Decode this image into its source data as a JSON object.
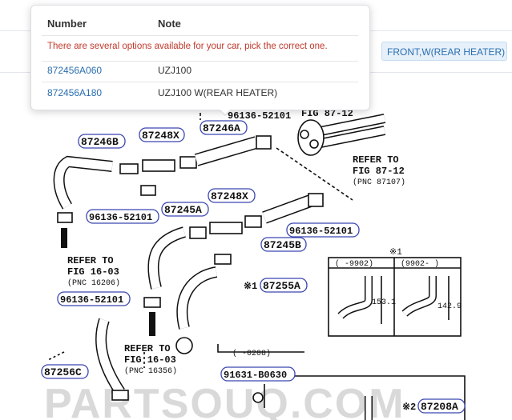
{
  "filter_chip": "FRONT,W(REAR HEATER) ILLUSTRATION",
  "popover": {
    "col_number": "Number",
    "col_note": "Note",
    "warning": "There are several options available for your car, pick the correct one.",
    "rows": [
      {
        "number": "872456A060",
        "note": "UZJ100"
      },
      {
        "number": "872456A180",
        "note": "UZJ100 W(REAR HEATER)"
      }
    ]
  },
  "diagram": {
    "labels": {
      "l87246b": "87246B",
      "l87248x_a": "87248X",
      "l87246a": "87246A",
      "l96136_top": "96136-52101",
      "fig8712_top": "FIG 87-12",
      "refer8712": "REFER TO",
      "fig8712": "FIG 87-12",
      "pnc87107": "(PNC 87107)",
      "l87248x_b": "87248X",
      "l87245a": "87245A",
      "l96136_left": "96136-52101",
      "l96136_right": "96136-52101",
      "l87245b": "87245B",
      "refer1603": "REFER TO",
      "fig1603": "FIG 16-03",
      "pnc16206": "(PNC 16206)",
      "mark1": "※1",
      "l87255a": "87255A",
      "l96136_mid": "96136-52101",
      "refer1603b": "REFER TO",
      "fig1603b": "FIG 16-03",
      "pnc16356": "(PNC 16356)",
      "l87256c": "87256C",
      "date0208": "(  -0208)",
      "l91631": "91631-B0630",
      "mark2": "※2",
      "l87208a": "87208A",
      "inset_mark": "※1",
      "inset_left_hdr": "(   -9902)",
      "inset_right_hdr": "(9902-   )",
      "dim1531": "153.1",
      "dim1429": "142.9",
      "watermark": "PARTSOUQ.COM"
    }
  }
}
